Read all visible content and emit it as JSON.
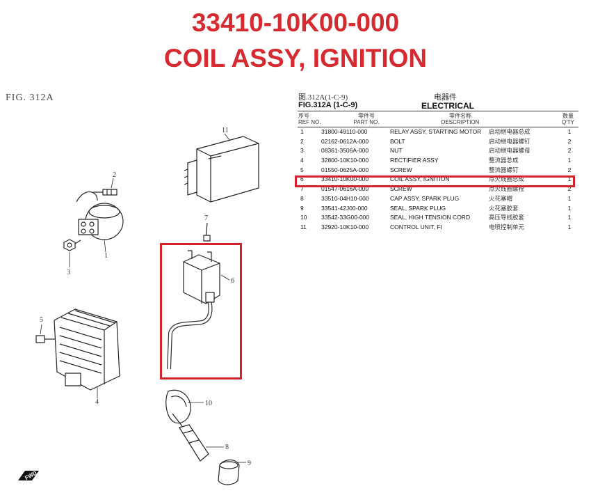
{
  "header": {
    "part_number": "33410-10K00-000",
    "part_name": "COIL ASSY, IGNITION"
  },
  "diagram": {
    "fig_label": "FIG. 312A",
    "callouts": [
      "11",
      "2",
      "1",
      "3",
      "7",
      "6",
      "5",
      "4",
      "10",
      "8",
      "9"
    ],
    "fwd_label": "FWD"
  },
  "table": {
    "fig_cn": "图.312A(1-C-9)",
    "category_cn": "电器件",
    "fig_en": "FIG.312A (1-C-9)",
    "category_en": "ELECTRICAL",
    "columns": {
      "ref_cn": "序号",
      "ref_en": "REF NO.",
      "part_cn": "零件号",
      "part_en": "PART NO.",
      "desc_cn": "零件名称",
      "desc_en": "DESCRIPTION",
      "qty_cn": "数量",
      "qty_en": "Q'TY"
    },
    "rows": [
      {
        "ref": "1",
        "part": "31800-49110-000",
        "desc": "RELAY ASSY, STARTING MOTOR",
        "cn": "启动继电器总成",
        "qty": "1"
      },
      {
        "ref": "2",
        "part": "02162-0612A-000",
        "desc": "BOLT",
        "cn": "启动继电器螺钉",
        "qty": "2"
      },
      {
        "ref": "3",
        "part": "08361-3506A-000",
        "desc": "NUT",
        "cn": "启动继电器螺母",
        "qty": "2"
      },
      {
        "ref": "4",
        "part": "32800-10K10-000",
        "desc": "RECTIFIER ASSY",
        "cn": "整流器总成",
        "qty": "1"
      },
      {
        "ref": "5",
        "part": "01550-0625A-000",
        "desc": "SCREW",
        "cn": "整流器螺钉",
        "qty": "2"
      },
      {
        "ref": "6",
        "part": "33410-10K00-000",
        "desc": "COIL ASSY, IGNITION",
        "cn": "点火线圈总成",
        "qty": "1"
      },
      {
        "ref": "7",
        "part": "01547-0616A-000",
        "desc": "SCREW",
        "cn": "点火线圈螺栓",
        "qty": "2"
      },
      {
        "ref": "8",
        "part": "33510-04H10-000",
        "desc": "CAP ASSY, SPARK PLUG",
        "cn": "火花塞帽",
        "qty": "1"
      },
      {
        "ref": "9",
        "part": "33541-42J00-000",
        "desc": "SEAL, SPARK PLUG",
        "cn": "火花塞胶套",
        "qty": "1"
      },
      {
        "ref": "10",
        "part": "33542-33G00-000",
        "desc": "SEAL, HIGH TENSION CORD",
        "cn": "高压导线胶套",
        "qty": "1"
      },
      {
        "ref": "11",
        "part": "32920-10K10-000",
        "desc": "CONTROL UNIT, FI",
        "cn": "电喷控制单元",
        "qty": "1"
      }
    ]
  },
  "colors": {
    "accent": "#d42a30",
    "highlight": "#d4232b"
  }
}
